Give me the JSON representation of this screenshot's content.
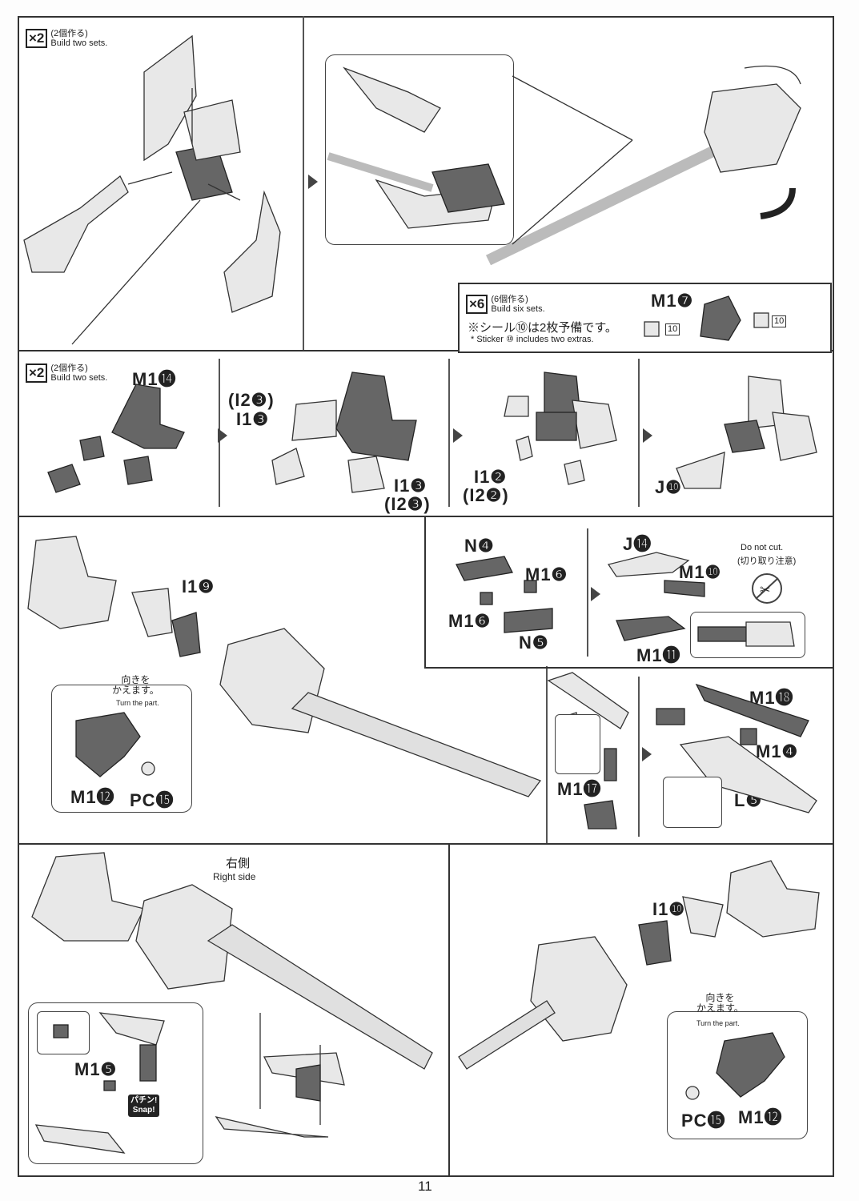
{
  "page_number": "11",
  "steps": {
    "step1": {
      "sets_count": "×2",
      "sets_jp": "(2個作る)",
      "sets_en": "Build two sets."
    },
    "step1_sticker": {
      "sets_count": "×6",
      "sets_jp": "(6個作る)",
      "sets_en": "Build six sets.",
      "note_jp": "※シール⑩は2枚予備です。",
      "note_en": "* Sticker ⑩ includes two extras.",
      "part": "M1❼",
      "sticker_no": "10"
    },
    "step2": {
      "sets_count": "×2",
      "sets_jp": "(2個作る)",
      "sets_en": "Build two sets.",
      "part_a": "M1⓮",
      "part_b": "(I2❸)",
      "part_c": "I1❸",
      "part_d": "I1❸",
      "part_e": "(I2❸)",
      "part_f": "I1❷",
      "part_g": "(I2❷)",
      "part_h": "J❿"
    },
    "step3": {
      "part_a": "I1❾",
      "turn_jp": "向きを\nかえます。",
      "turn_en": "Turn the part.",
      "part_b": "M1⓬",
      "part_c": "PC⓯"
    },
    "step4": {
      "part_a": "N❹",
      "part_b": "M1❻",
      "part_c": "M1❻",
      "part_d": "N❺",
      "part_e": "J⓮",
      "part_f": "M1❿",
      "part_g": "M1⓫",
      "warn_en": "Do not cut.",
      "warn_jp": "(切り取り注意)"
    },
    "step5": {
      "part_a": "M1⓱",
      "part_b": "M1⓲",
      "part_c": "M1❹",
      "part_d": "L❺"
    },
    "step6": {
      "side_jp": "右側",
      "side_en": "Right side",
      "part_a": "M1❺",
      "snap_jp": "パチン!",
      "snap_en": "Snap!"
    },
    "step7": {
      "part_a": "I1❿",
      "turn_jp": "向きを\nかえます。",
      "turn_en": "Turn the part.",
      "part_b": "PC⓯",
      "part_c": "M1⓬"
    }
  }
}
